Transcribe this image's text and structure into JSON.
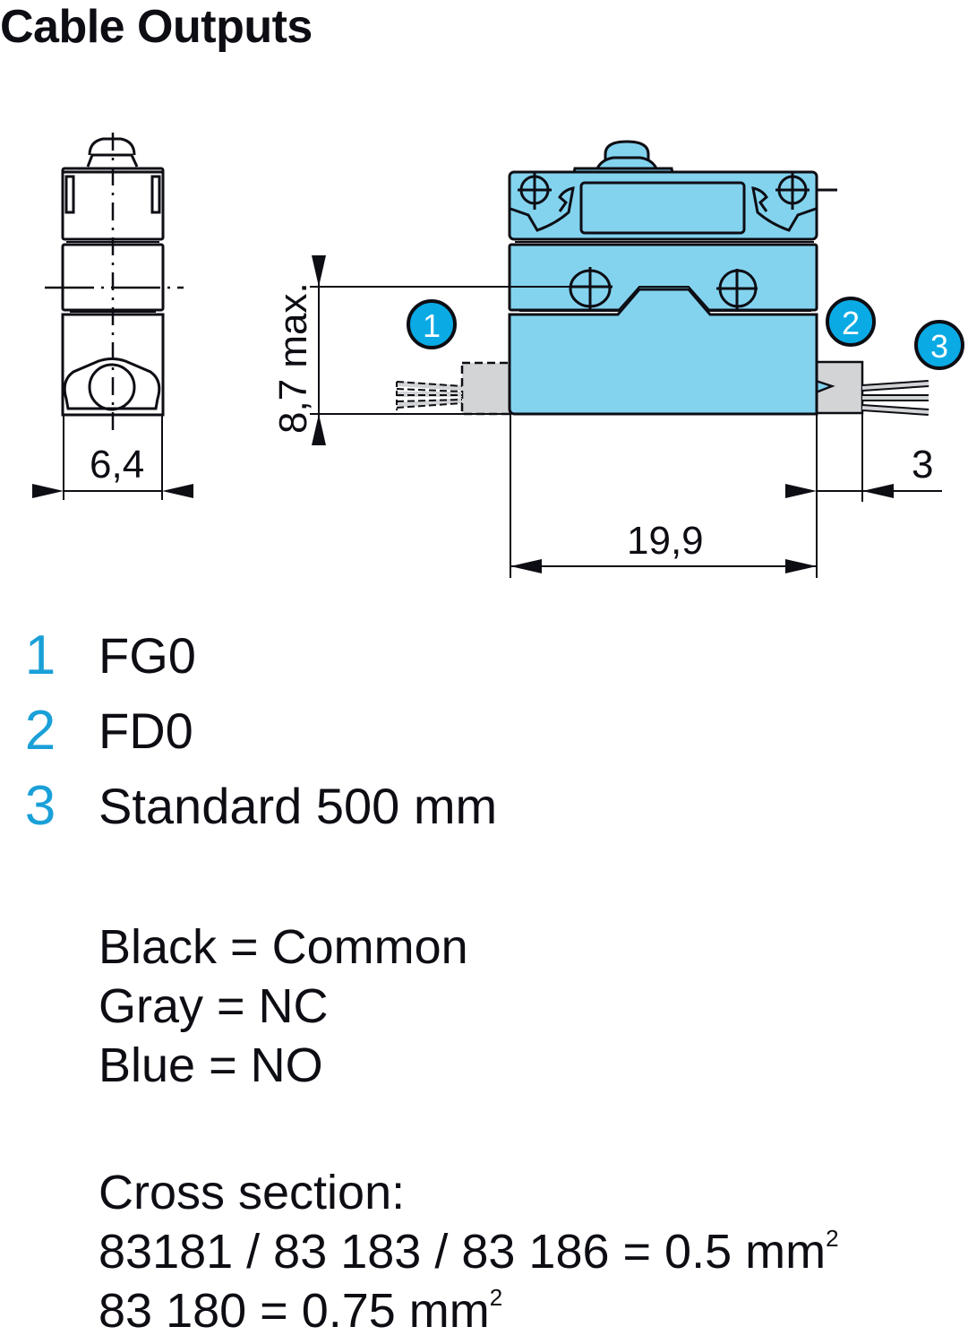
{
  "title": "Cable Outputs",
  "colors": {
    "body_fill": "#83d3ee",
    "badge_fill": "#0aaae4",
    "legend_number": "#1aa0d8",
    "cable_gray": "#d2d4d6",
    "line": "#0d0d14"
  },
  "drawing": {
    "dimensions": {
      "side_width": "6,4",
      "height_max": "8,7 max.",
      "body_length": "19,9",
      "cable_offset": "3"
    },
    "badges": [
      "1",
      "2",
      "3"
    ]
  },
  "legend": {
    "items": [
      {
        "number": "1",
        "label": "FG0"
      },
      {
        "number": "2",
        "label": "FD0"
      },
      {
        "number": "3",
        "label": "Standard 500 mm"
      }
    ]
  },
  "wire_colors": {
    "lines": [
      "Black = Common",
      "Gray = NC",
      "Blue = NO"
    ]
  },
  "cross_section": {
    "heading": "Cross section:",
    "line1_text": "83181 / 83 183 / 83 186 = 0.5 mm",
    "line1_sup": "2",
    "line2_text": "83 180 = 0.75 mm",
    "line2_sup": "2"
  }
}
